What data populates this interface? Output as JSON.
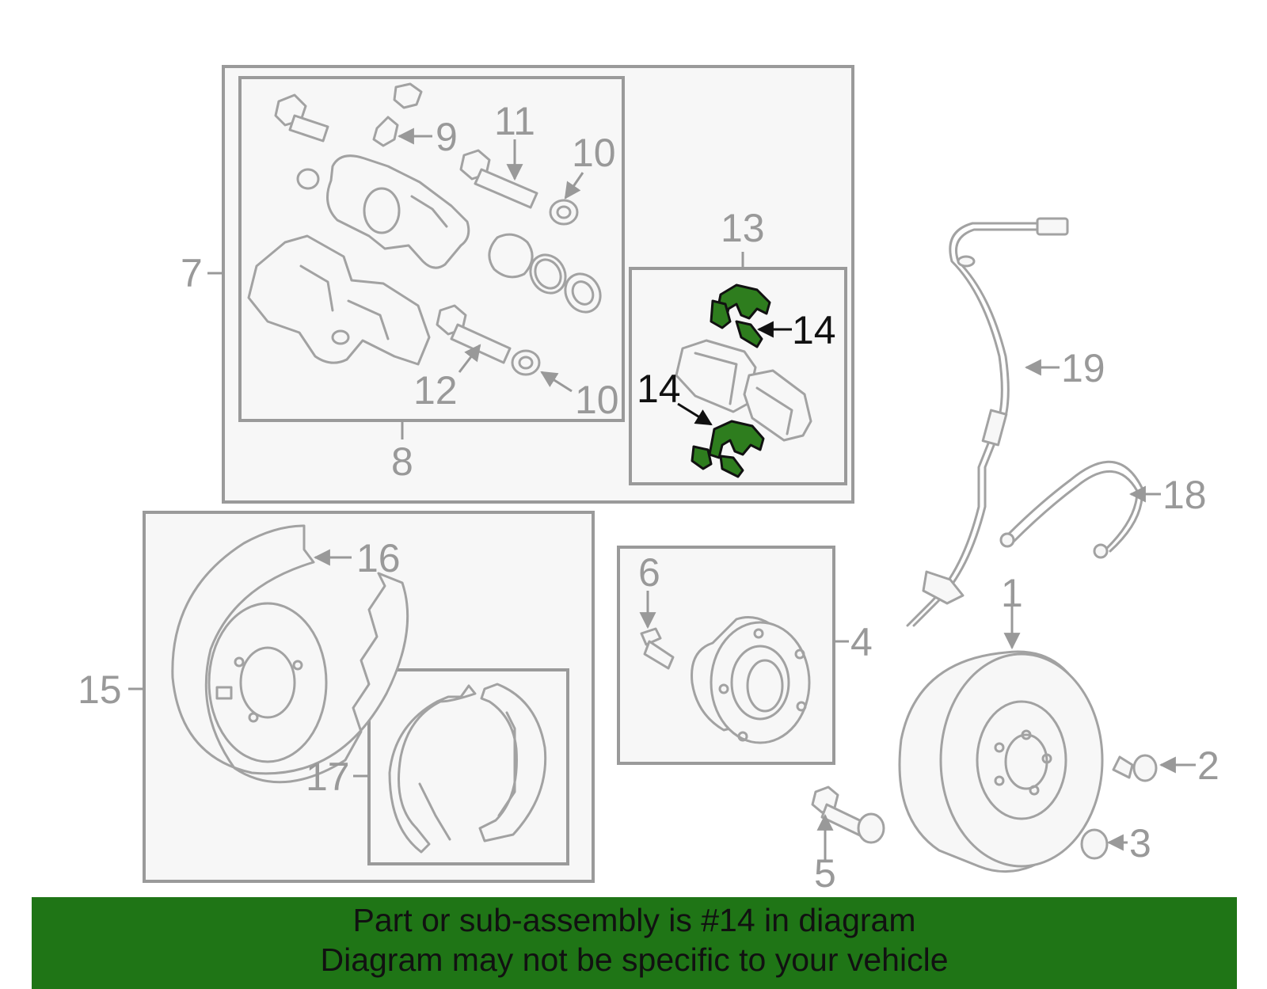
{
  "callouts": {
    "c1": "1",
    "c2": "2",
    "c3": "3",
    "c4": "4",
    "c5": "5",
    "c6": "6",
    "c7": "7",
    "c8": "8",
    "c9": "9",
    "c10a": "10",
    "c10b": "10",
    "c11": "11",
    "c12": "12",
    "c13": "13",
    "c14a": "14",
    "c14b": "14",
    "c15": "15",
    "c16": "16",
    "c17": "17",
    "c18": "18",
    "c19": "19"
  },
  "highlight": {
    "part_number": "14",
    "color": "#2e7d1e"
  },
  "banner": {
    "line1": "Part or sub-assembly is #14 in diagram",
    "line2": "Diagram may not be specific to your vehicle",
    "background": "#1f7516"
  }
}
